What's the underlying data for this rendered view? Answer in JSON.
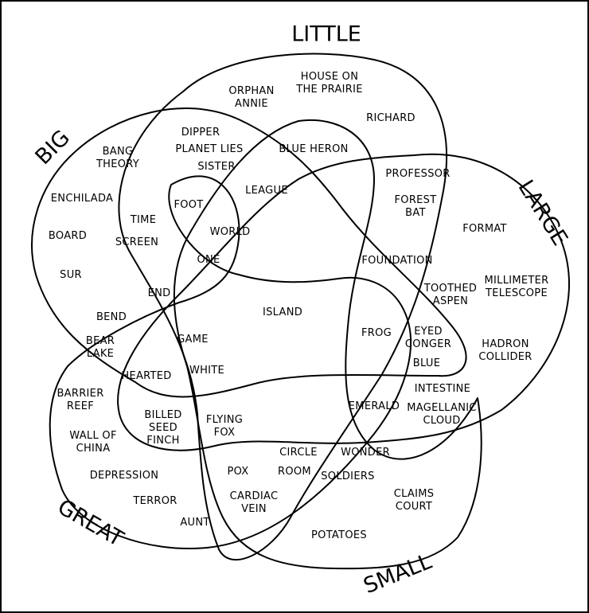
{
  "sets": {
    "little": "LITTLE",
    "big": "BIG",
    "large": "LARGE",
    "great": "GREAT",
    "small": "SMALL"
  },
  "words": [
    {
      "key": "orphan-annie",
      "lines": [
        "ORPHAN",
        "ANNIE"
      ]
    },
    {
      "key": "house-on-the-prairie",
      "lines": [
        "HOUSE ON",
        "THE PRAIRIE"
      ]
    },
    {
      "key": "richard",
      "lines": [
        "RICHARD"
      ]
    },
    {
      "key": "bang-theory",
      "lines": [
        "BANG",
        "THEORY"
      ]
    },
    {
      "key": "dipper",
      "lines": [
        "DIPPER"
      ]
    },
    {
      "key": "planet-lies",
      "lines": [
        "PLANET LIES"
      ]
    },
    {
      "key": "sister",
      "lines": [
        "SISTER"
      ]
    },
    {
      "key": "blue-heron",
      "lines": [
        "BLUE HERON"
      ]
    },
    {
      "key": "professor",
      "lines": [
        "PROFESSOR"
      ]
    },
    {
      "key": "enchilada",
      "lines": [
        "ENCHILADA"
      ]
    },
    {
      "key": "league",
      "lines": [
        "LEAGUE"
      ]
    },
    {
      "key": "forest-bat",
      "lines": [
        "FOREST",
        "BAT"
      ]
    },
    {
      "key": "foot",
      "lines": [
        "FOOT"
      ]
    },
    {
      "key": "time",
      "lines": [
        "TIME"
      ]
    },
    {
      "key": "format",
      "lines": [
        "FORMAT"
      ]
    },
    {
      "key": "board",
      "lines": [
        "BOARD"
      ]
    },
    {
      "key": "world",
      "lines": [
        "WORLD"
      ]
    },
    {
      "key": "screen",
      "lines": [
        "SCREEN"
      ]
    },
    {
      "key": "one",
      "lines": [
        "ONE"
      ]
    },
    {
      "key": "foundation",
      "lines": [
        "FOUNDATION"
      ]
    },
    {
      "key": "sur",
      "lines": [
        "SUR"
      ]
    },
    {
      "key": "millimeter-telescope",
      "lines": [
        "MILLIMETER",
        "TELESCOPE"
      ]
    },
    {
      "key": "toothed-aspen",
      "lines": [
        "TOOTHED",
        "ASPEN"
      ]
    },
    {
      "key": "end",
      "lines": [
        "END"
      ]
    },
    {
      "key": "island",
      "lines": [
        "ISLAND"
      ]
    },
    {
      "key": "bend",
      "lines": [
        "BEND"
      ]
    },
    {
      "key": "frog",
      "lines": [
        "FROG"
      ]
    },
    {
      "key": "eyed-conger",
      "lines": [
        "EYED",
        "CONGER"
      ]
    },
    {
      "key": "game",
      "lines": [
        "GAME"
      ]
    },
    {
      "key": "bear-lake",
      "lines": [
        "BEAR",
        "LAKE"
      ]
    },
    {
      "key": "hadron-collider",
      "lines": [
        "HADRON",
        "COLLIDER"
      ]
    },
    {
      "key": "blue",
      "lines": [
        "BLUE"
      ]
    },
    {
      "key": "white",
      "lines": [
        "WHITE"
      ]
    },
    {
      "key": "hearted",
      "lines": [
        "HEARTED"
      ]
    },
    {
      "key": "intestine",
      "lines": [
        "INTESTINE"
      ]
    },
    {
      "key": "barrier-reef",
      "lines": [
        "BARRIER",
        "REEF"
      ]
    },
    {
      "key": "emerald",
      "lines": [
        "EMERALD"
      ]
    },
    {
      "key": "magellanic-cloud",
      "lines": [
        "MAGELLANIC",
        "CLOUD"
      ]
    },
    {
      "key": "billed-seed-finch",
      "lines": [
        "BILLED",
        "SEED",
        "FINCH"
      ]
    },
    {
      "key": "flying-fox",
      "lines": [
        "FLYING",
        "FOX"
      ]
    },
    {
      "key": "wall-of-china",
      "lines": [
        "WALL OF",
        "CHINA"
      ]
    },
    {
      "key": "circle",
      "lines": [
        "CIRCLE"
      ]
    },
    {
      "key": "wonder",
      "lines": [
        "WONDER"
      ]
    },
    {
      "key": "pox",
      "lines": [
        "POX"
      ]
    },
    {
      "key": "room",
      "lines": [
        "ROOM"
      ]
    },
    {
      "key": "depression",
      "lines": [
        "DEPRESSION"
      ]
    },
    {
      "key": "soldiers",
      "lines": [
        "SOLDIERS"
      ]
    },
    {
      "key": "claims-court",
      "lines": [
        "CLAIMS",
        "COURT"
      ]
    },
    {
      "key": "cardiac-vein",
      "lines": [
        "CARDIAC",
        "VEIN"
      ]
    },
    {
      "key": "terror",
      "lines": [
        "TERROR"
      ]
    },
    {
      "key": "aunt",
      "lines": [
        "AUNT"
      ]
    },
    {
      "key": "potatoes",
      "lines": [
        "POTATOES"
      ]
    }
  ]
}
